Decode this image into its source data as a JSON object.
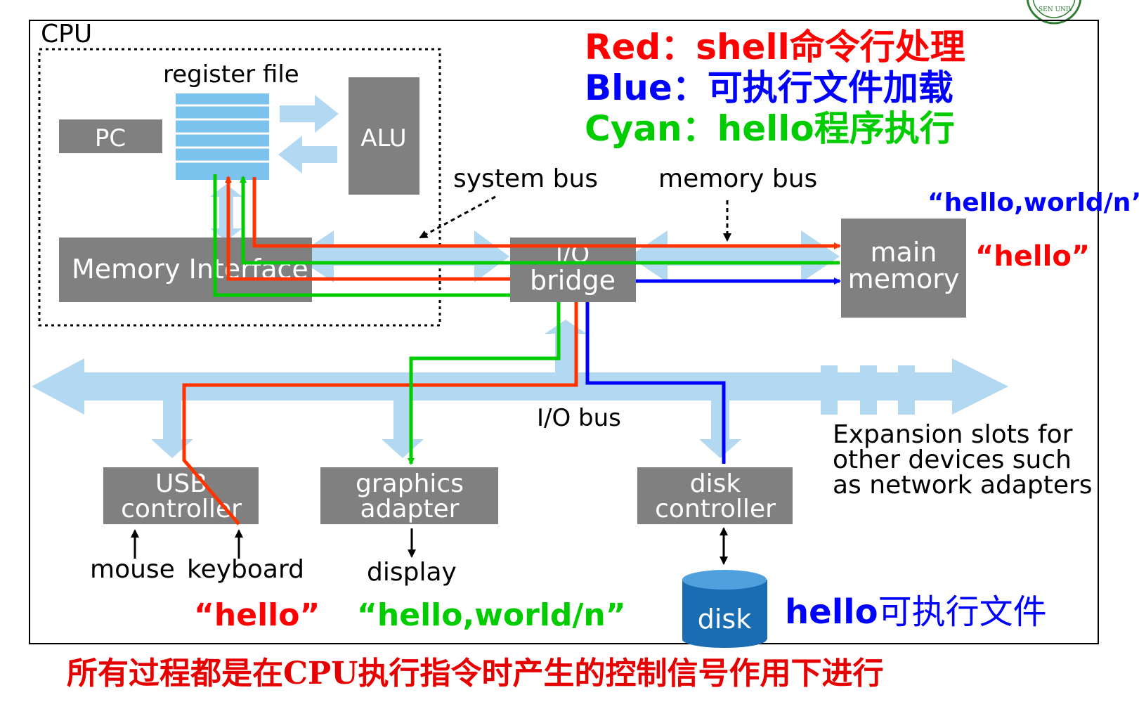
{
  "legend": {
    "red": {
      "key": "Red：",
      "text": "shell命令行处理",
      "color": "#ff0000"
    },
    "blue": {
      "key": "Blue：",
      "text": "可执行文件加载",
      "color": "#0000ff"
    },
    "cyan": {
      "key": "Cyan：",
      "text": "hello程序执行",
      "color": "#00cc00"
    }
  },
  "cpu": {
    "title": "CPU",
    "register_file": "register file",
    "pc": "PC",
    "alu": "ALU",
    "memory_interface": "Memory Interface"
  },
  "buses": {
    "system_bus": "system bus",
    "memory_bus": "memory bus",
    "io_bus": "I/O bus"
  },
  "io_bridge": {
    "line1": "I/O",
    "line2": "bridge"
  },
  "main_memory": {
    "line1": "main",
    "line2": "memory"
  },
  "devices": {
    "usb": {
      "line1": "USB",
      "line2": "controller"
    },
    "graphics": {
      "line1": "graphics",
      "line2": "adapter"
    },
    "disk_ctrl": {
      "line1": "disk",
      "line2": "controller"
    },
    "disk": "disk",
    "mouse": "mouse",
    "keyboard": "keyboard",
    "display": "display"
  },
  "expansion": {
    "line1": "Expansion slots for",
    "line2": "other devices such",
    "line3": "as network adapters"
  },
  "annotations": {
    "hello_world_top": "“hello,world/n”",
    "hello_memory": "“hello”",
    "hello_keyboard": "“hello”",
    "hello_world_display": "“hello,world/n”",
    "hello_exe_en": "hello",
    "hello_exe_cn": "可执行文件"
  },
  "footer": "所有过程都是在CPU执行指令时产生的控制信号作用下进行",
  "colors": {
    "box": "#808080",
    "bus": "#b3d9f2",
    "register": "#79c3ee",
    "red_path": "#ff3300",
    "green_path": "#00cc00",
    "blue_path": "#0000ff",
    "footer": "#e60000"
  }
}
